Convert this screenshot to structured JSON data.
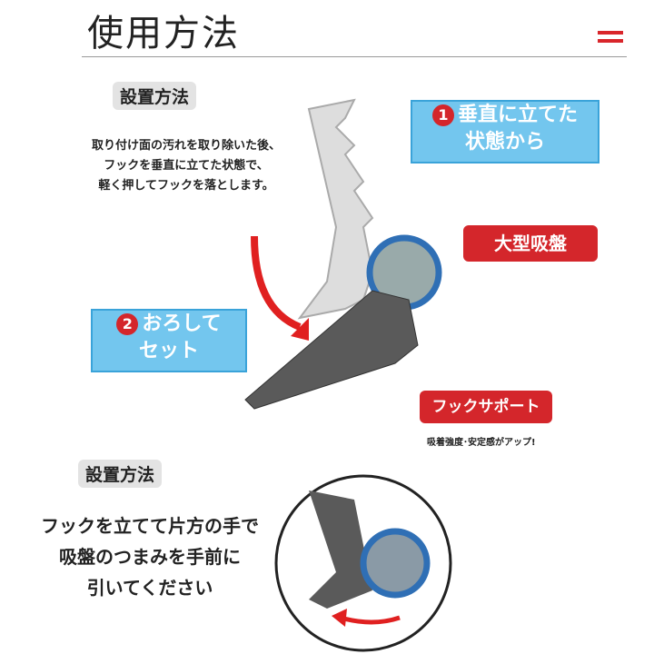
{
  "title": "使用方法",
  "section1": {
    "tag": "設置方法",
    "desc": [
      "取り付け面の汚れを取り除いた後、",
      "フックを垂直に立てた状態で、",
      "軽く押してフックを落とします。"
    ]
  },
  "callout1": {
    "num": "1",
    "lines": [
      "垂直に立てた",
      "状態から"
    ]
  },
  "callout2": {
    "num": "2",
    "lines": [
      "おろして",
      "セット"
    ]
  },
  "suction_label": "大型吸盤",
  "support_label": "フックサポート",
  "support_note": "吸着強度･安定感がアップ!",
  "section2": {
    "tag": "設置方法",
    "desc": [
      "フックを立てて片方の手で",
      "吸盤のつまみを手前に",
      "引いてください"
    ]
  },
  "colors": {
    "accent": "#d4262b",
    "callout": "#73c6ee",
    "hook": "#5a5a5a",
    "suction": "#2f6fb5"
  }
}
